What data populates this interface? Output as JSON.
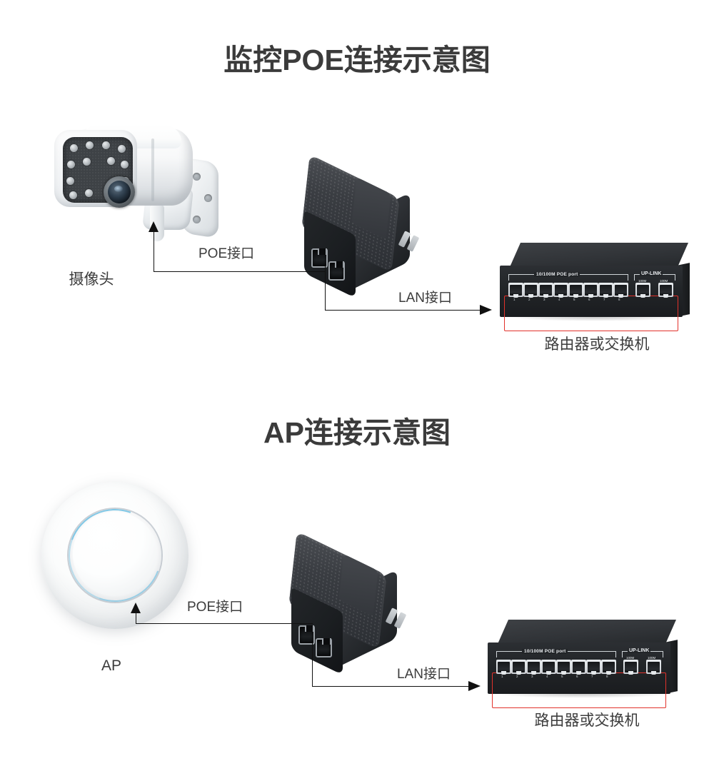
{
  "page": {
    "background_color": "#ffffff",
    "text_color": "#3c3c3c",
    "accent_color": "#e2322b"
  },
  "sections": [
    {
      "id": "surveillance-poe",
      "title": "监控POE连接示意图",
      "device_caption": "摄像头",
      "poe_link_label": "POE接口",
      "lan_link_label": "LAN接口",
      "switch_caption": "路由器或交换机"
    },
    {
      "id": "ap-connection",
      "title": "AP连接示意图",
      "device_caption": "AP",
      "poe_link_label": "POE接口",
      "lan_link_label": "LAN接口",
      "switch_caption": "路由器或交换机"
    }
  ],
  "switch": {
    "poe_group_label": "10/100M POE port",
    "uplink_group_label": "UP-LINK",
    "uplink_speed_left": "100M",
    "uplink_speed_right": "100M",
    "poe_port_numbers": [
      "1",
      "2",
      "3",
      "4",
      "5",
      "6",
      "7",
      "8"
    ],
    "poe_port_count": 8,
    "uplink_port_count": 2
  }
}
